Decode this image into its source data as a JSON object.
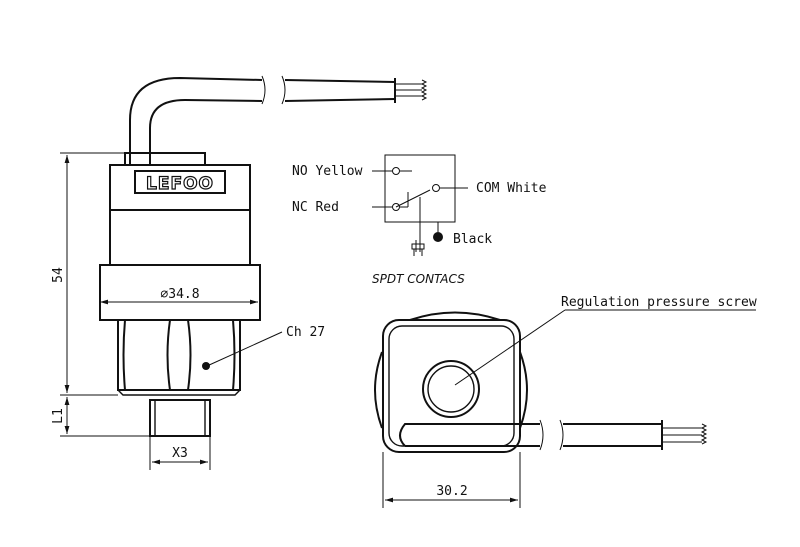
{
  "logo_text": "LEFOO",
  "dimensions": {
    "height": "54",
    "diameter": "∅34.8",
    "l1": "L1",
    "x3": "X3",
    "width": "30.2"
  },
  "labels": {
    "hex": "Ch 27",
    "regulation_screw": "Regulation pressure screw"
  },
  "schematic": {
    "no": "NO Yellow",
    "nc": "NC Red",
    "com": "COM White",
    "ground": "Black",
    "caption": "SPDT CONTACS"
  }
}
